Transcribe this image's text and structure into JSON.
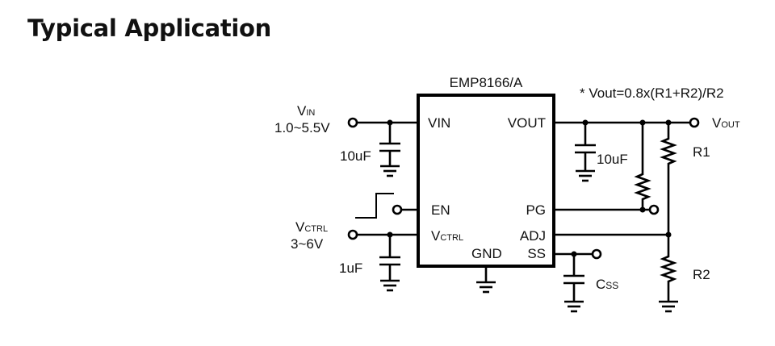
{
  "title": "Typical Application",
  "chip": {
    "name": "EMP8166/A",
    "pins": {
      "vin": "VIN",
      "vout": "VOUT",
      "en": "EN",
      "pg": "PG",
      "vctrl_main": "V",
      "vctrl_sub": "CTRL",
      "adj": "ADJ",
      "gnd": "GND",
      "ss": "SS"
    }
  },
  "formula": "* Vout=0.8x(R1+R2)/R2",
  "inputs": {
    "vin_main": "V",
    "vin_sub": "IN",
    "vin_range": "1.0~5.5V",
    "vctrl_main": "V",
    "vctrl_sub": "CTRL",
    "vctrl_range": "3~6V"
  },
  "output": {
    "main": "V",
    "sub": "OUT"
  },
  "components": {
    "c_in": "10uF",
    "c_out": "10uF",
    "c_ctrl": "1uF",
    "c_ss_main": "C",
    "c_ss_sub": "SS",
    "r1": "R1",
    "r2": "R2"
  },
  "colors": {
    "wire": "#000000",
    "text": "#111111",
    "background": "#ffffff"
  }
}
